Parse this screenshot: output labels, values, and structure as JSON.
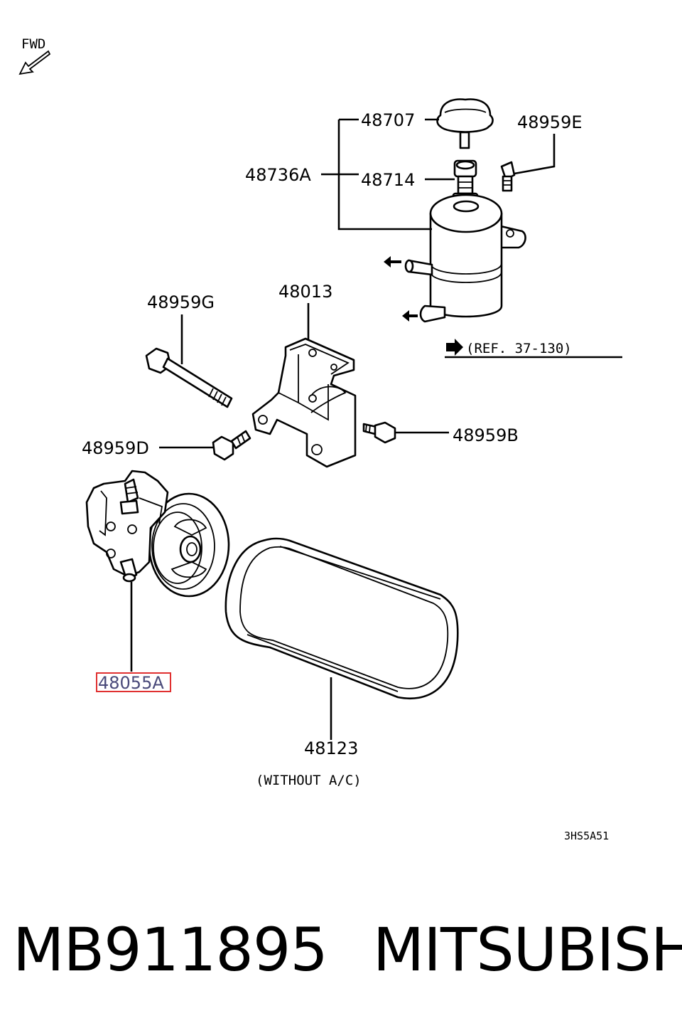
{
  "diagram": {
    "orientation_text": "FWD",
    "labels": {
      "p48707": "48707",
      "p48959E": "48959E",
      "p48736A": "48736A",
      "p48714": "48714",
      "p48013": "48013",
      "p48959G": "48959G",
      "p48959D": "48959D",
      "p48959B": "48959B",
      "p48055A": "48055A",
      "p48123": "48123"
    },
    "reference_note": "(REF. 37-130)",
    "belt_note": "(WITHOUT A/C)",
    "drawing_code": "3HS5A51",
    "highlight_color": "#e03030"
  },
  "caption": {
    "part_number": "MB911895",
    "brand": "MITSUBISHI"
  }
}
